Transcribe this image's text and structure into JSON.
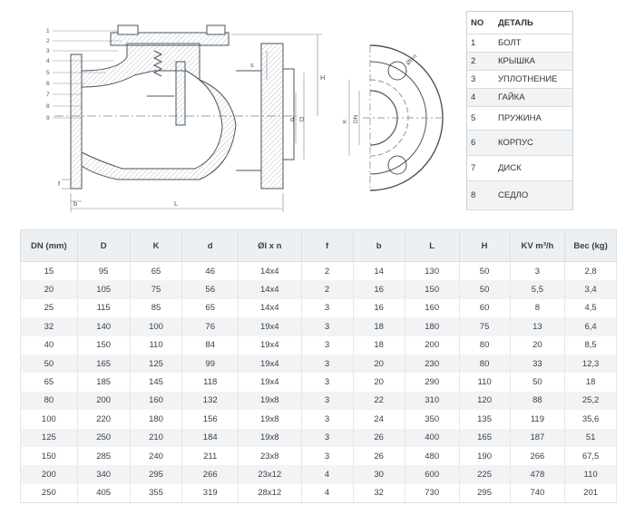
{
  "drawing": {
    "callouts": [
      "1",
      "2",
      "3",
      "4",
      "5",
      "6",
      "7",
      "8",
      "9"
    ],
    "dim_labels": {
      "f": "f",
      "b": "b",
      "L": "L",
      "H": "H",
      "s": "s",
      "d": "d",
      "D": "D",
      "K": "K",
      "DN": "DN",
      "ølxn": "Øl×n"
    }
  },
  "parts": {
    "header_no": "NO",
    "header_part": "ДЕТАЛЬ",
    "rows": [
      [
        "1",
        "БОЛТ"
      ],
      [
        "2",
        "КРЫШКА"
      ],
      [
        "3",
        "УПЛОТНЕНИЕ"
      ],
      [
        "4",
        "ГАЙКА"
      ],
      [
        "5",
        "ПРУЖИНА"
      ],
      [
        "6",
        "КОРПУС"
      ],
      [
        "7",
        "ДИСК"
      ],
      [
        "8",
        "СЕДЛО"
      ]
    ]
  },
  "dims": {
    "headers": [
      "DN  (mm)",
      "D",
      "K",
      "d",
      "Øl x n",
      "f",
      "b",
      "L",
      "H",
      "KV m³/h",
      "Вес (kg)"
    ],
    "rows": [
      [
        "15",
        "95",
        "65",
        "46",
        "14x4",
        "2",
        "14",
        "130",
        "50",
        "3",
        "2,8"
      ],
      [
        "20",
        "105",
        "75",
        "56",
        "14x4",
        "2",
        "16",
        "150",
        "50",
        "5,5",
        "3,4"
      ],
      [
        "25",
        "115",
        "85",
        "65",
        "14x4",
        "3",
        "16",
        "160",
        "60",
        "8",
        "4,5"
      ],
      [
        "32",
        "140",
        "100",
        "76",
        "19x4",
        "3",
        "18",
        "180",
        "75",
        "13",
        "6,4"
      ],
      [
        "40",
        "150",
        "110",
        "84",
        "19x4",
        "3",
        "18",
        "200",
        "80",
        "20",
        "8,5"
      ],
      [
        "50",
        "165",
        "125",
        "99",
        "19x4",
        "3",
        "20",
        "230",
        "80",
        "33",
        "12,3"
      ],
      [
        "65",
        "185",
        "145",
        "118",
        "19x4",
        "3",
        "20",
        "290",
        "110",
        "50",
        "18"
      ],
      [
        "80",
        "200",
        "160",
        "132",
        "19x8",
        "3",
        "22",
        "310",
        "120",
        "88",
        "25,2"
      ],
      [
        "100",
        "220",
        "180",
        "156",
        "19x8",
        "3",
        "24",
        "350",
        "135",
        "119",
        "35,6"
      ],
      [
        "125",
        "250",
        "210",
        "184",
        "19x8",
        "3",
        "26",
        "400",
        "165",
        "187",
        "51"
      ],
      [
        "150",
        "285",
        "240",
        "211",
        "23x8",
        "3",
        "26",
        "480",
        "190",
        "266",
        "67,5"
      ],
      [
        "200",
        "340",
        "295",
        "266",
        "23x12",
        "4",
        "30",
        "600",
        "225",
        "478",
        "110"
      ],
      [
        "250",
        "405",
        "355",
        "319",
        "28x12",
        "4",
        "32",
        "730",
        "295",
        "740",
        "201"
      ]
    ]
  }
}
